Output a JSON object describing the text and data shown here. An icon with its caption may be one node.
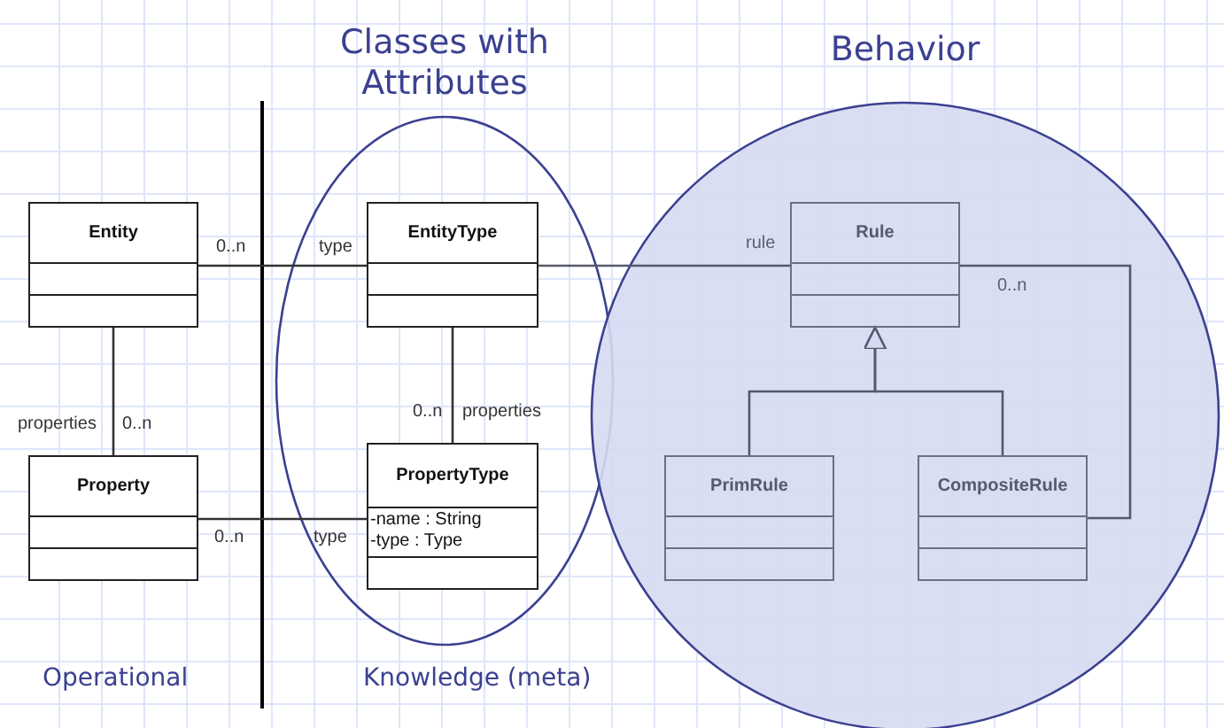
{
  "diagram": {
    "nodes": [
      {
        "text": [
          "Classes with Attributes"
        ]
      },
      {
        "text": [
          "Behavior"
        ]
      },
      {
        "text": [
          "Entity"
        ]
      },
      {
        "text": [
          "EntityType"
        ],
        "in": 0
      },
      {
        "text": [
          "Property"
        ]
      },
      {
        "text": [
          "PropertyType",
          "-name : String",
          "-type : Type"
        ],
        "in": 0
      },
      {
        "text": [
          "Rule"
        ],
        "in": 1
      },
      {
        "text": [
          "PrimRule"
        ],
        "in": 1
      },
      {
        "text": [
          "CompositeRule"
        ],
        "in": 1
      }
    ],
    "edges": [
      {
        "from": 2,
        "to": 3,
        "arrow": "none"
      },
      {
        "from": 2,
        "to": 4,
        "arrow": "none"
      },
      {
        "from": 3,
        "to": 5,
        "arrow": "none"
      },
      {
        "from": 4,
        "to": 5,
        "arrow": "none"
      },
      {
        "from": 3,
        "to": 6,
        "arrow": "none"
      },
      {
        "from": 7,
        "to": 6,
        "arrow": "to"
      },
      {
        "from": 8,
        "to": 6,
        "arrow": "to"
      },
      {
        "from": 8,
        "to": 6,
        "arrow": "none"
      }
    ],
    "labels": [
      "0..n",
      "type",
      "rule",
      "0..n",
      "properties",
      "0..n",
      "0..n",
      "properties",
      "0..n",
      "type",
      "Operational",
      "Knowledge (meta)"
    ]
  }
}
